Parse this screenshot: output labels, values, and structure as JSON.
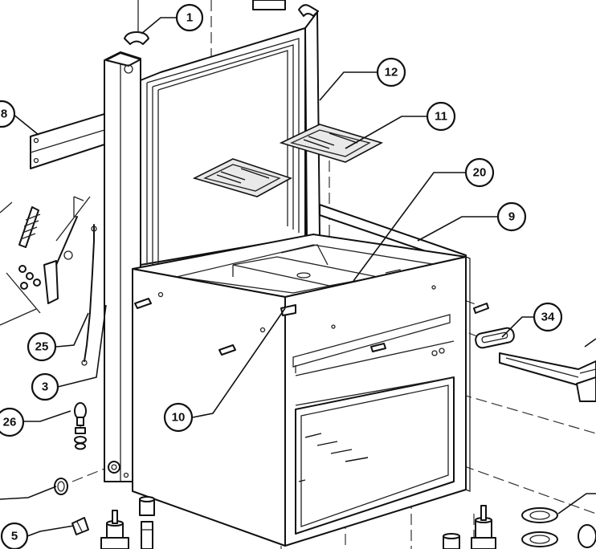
{
  "callouts": {
    "c1": "1",
    "c12": "12",
    "c8": "8",
    "c11": "11",
    "c20": "20",
    "c9": "9",
    "c34": "34",
    "c25": "25",
    "c3": "3",
    "c26": "26",
    "c10": "10",
    "c5": "5"
  }
}
